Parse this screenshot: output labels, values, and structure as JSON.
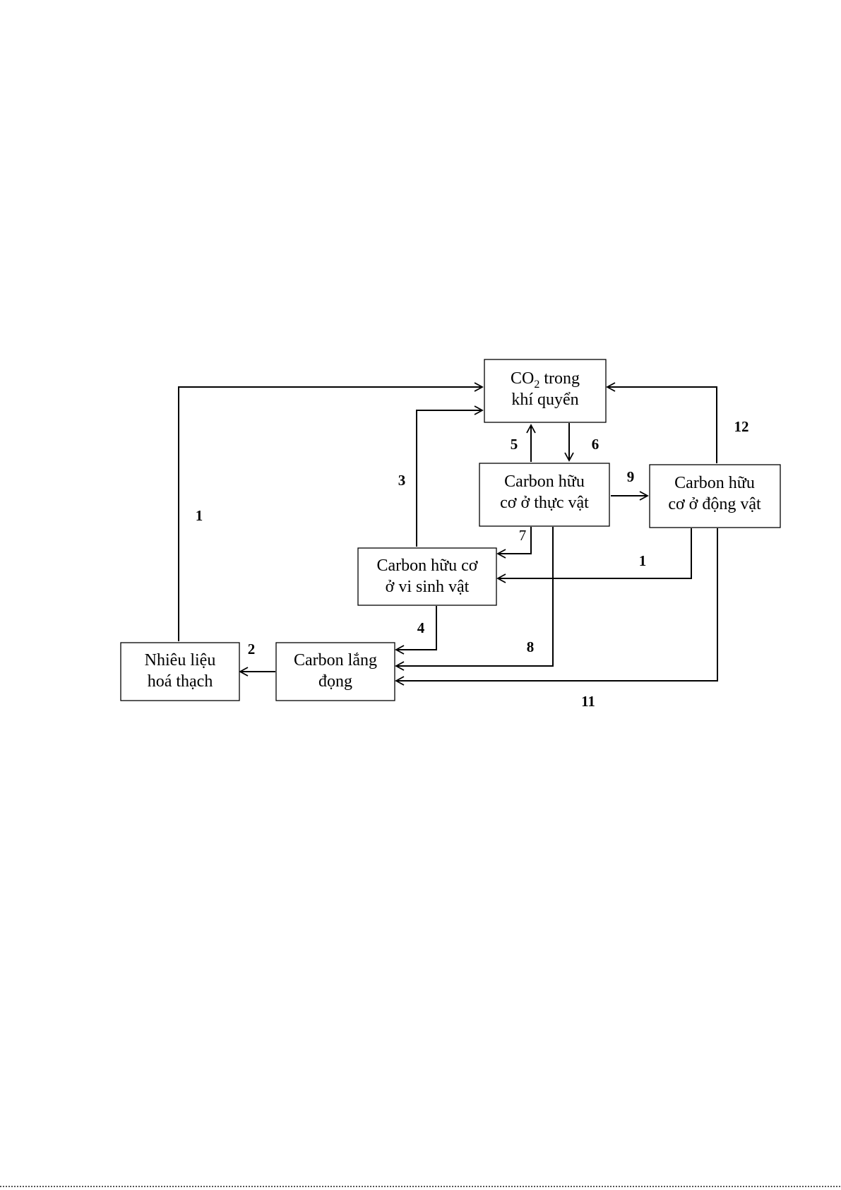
{
  "nodes": {
    "co2": {
      "line1_prefix": "CO",
      "line1_sub": "2",
      "line1_suffix": " trong",
      "line2": "khí quyển"
    },
    "plant": {
      "line1": "Carbon hữu",
      "line2": "cơ ở thực vật"
    },
    "animal": {
      "line1": "Carbon hữu",
      "line2": "cơ ở động vật"
    },
    "microbe": {
      "line1": "Carbon hữu cơ",
      "line2": "ở vi sinh vật"
    },
    "fossil": {
      "line1": "Nhiêu liệu",
      "line2": "hoá thạch"
    },
    "sediment": {
      "line1": "Carbon lắng",
      "line2": "đọng"
    }
  },
  "edge_labels": {
    "fossil_to_co2": "1",
    "sediment_to_fossil": "2",
    "microbe_to_co2": "3",
    "microbe_to_sediment": "4",
    "plant_to_co2": "5",
    "co2_to_plant": "6",
    "plant_to_microbe": "7",
    "plant_to_sediment": "8",
    "plant_to_animal": "9",
    "animal_to_microbe": "1",
    "animal_to_sediment": "11",
    "animal_to_co2": "12"
  }
}
